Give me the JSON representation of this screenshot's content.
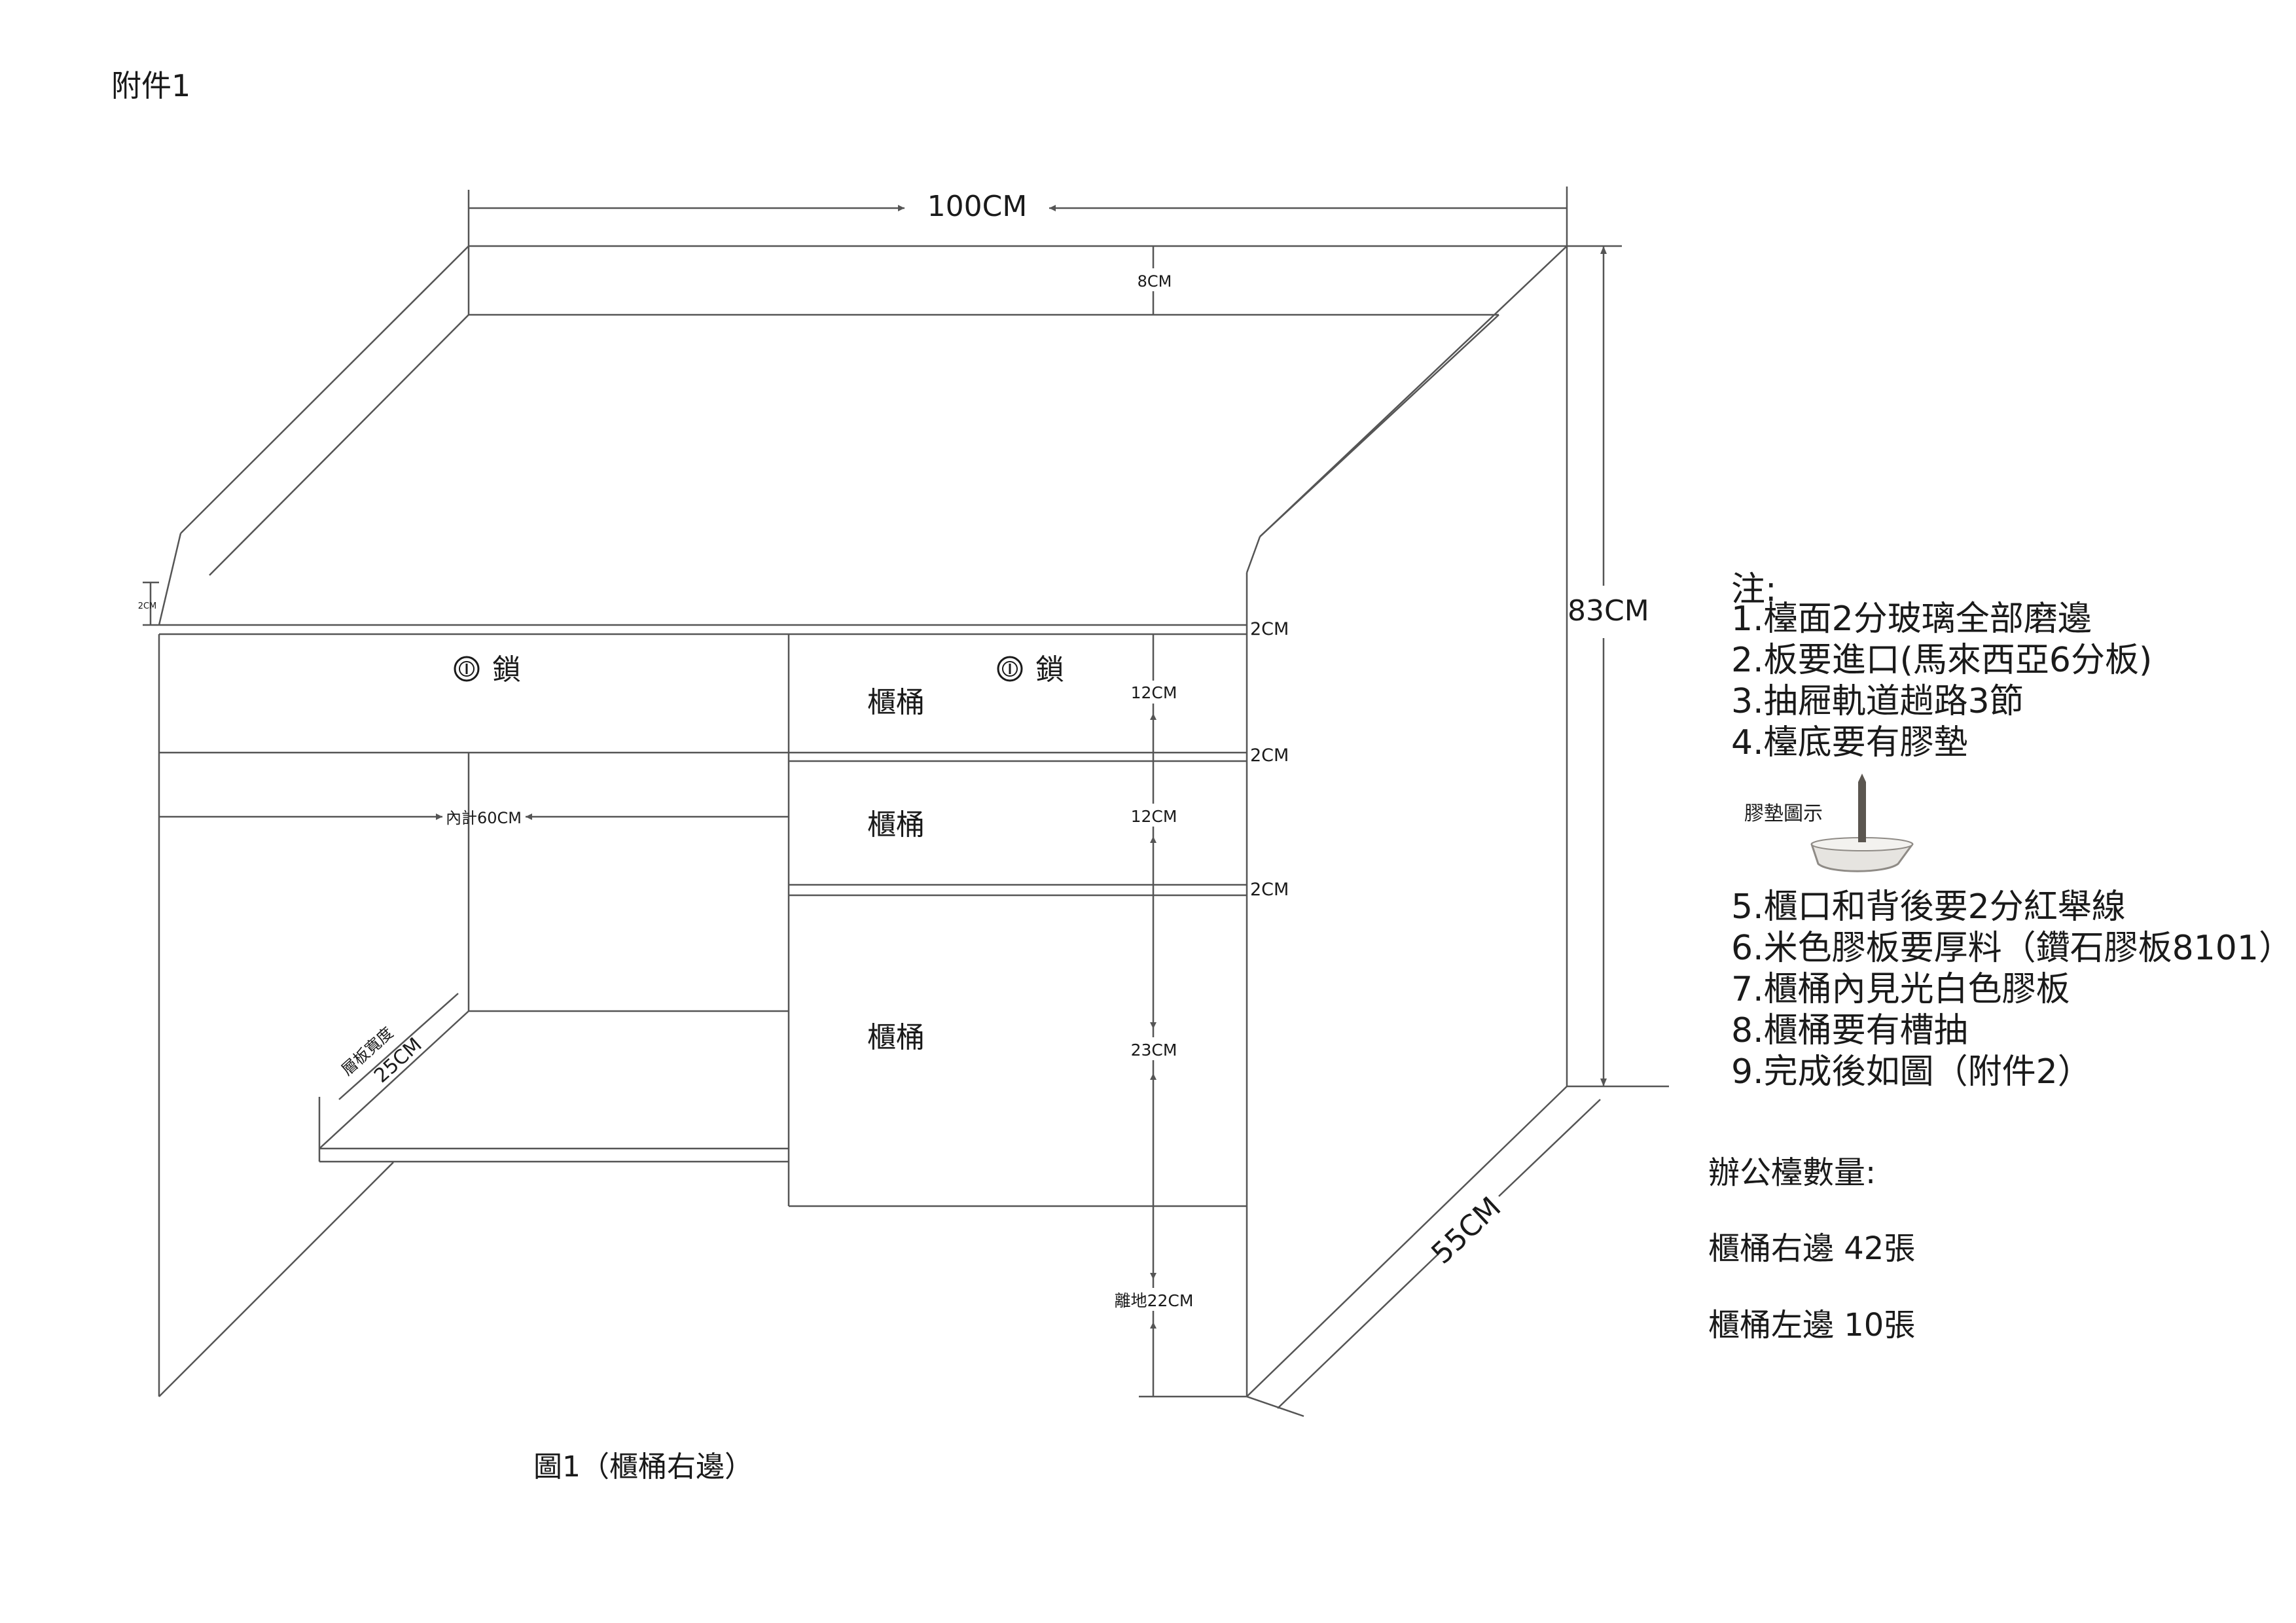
{
  "attachment_label": "附件1",
  "dimensions": {
    "width": "100CM",
    "height": "83CM",
    "depth": "55CM",
    "back_panel": "8CM",
    "top_thickness": "2CM",
    "edge_thickness": "2CM",
    "drawer_gap_1": "2CM",
    "drawer_gap_2": "2CM",
    "drawer_gap_3": "2CM",
    "drawer_1_height": "12CM",
    "drawer_2_height": "12CM",
    "drawer_3_height": "23CM",
    "ground_clearance": "離地22CM",
    "inner_width": "內計60CM",
    "shelf_depth_label": "層板寬度",
    "shelf_depth": "25CM"
  },
  "locks": {
    "left_lock": "鎖",
    "right_lock": "鎖"
  },
  "drawers": [
    "櫃桶",
    "櫃桶",
    "櫃桶"
  ],
  "caption": "圖1（櫃桶右邊）",
  "notes": {
    "title": "注:",
    "items_a": [
      "1.檯面2分玻璃全部磨邊",
      "2.板要進口(馬來西亞6分板)",
      "3.抽屜軌道趟路3節",
      "4.檯底要有膠墊"
    ],
    "pad_label": "膠墊圖示",
    "items_b": [
      "5.櫃口和背後要2分紅舉線",
      "6.米色膠板要厚料（鑽石膠板8101）",
      "7.櫃桶內見光白色膠板",
      "8.櫃桶要有槽抽",
      "9.完成後如圖（附件2）"
    ]
  },
  "quantity": {
    "title": "辦公檯數量:",
    "right_label": "櫃桶右邊  42張",
    "left_label": "櫃桶左邊  10張"
  }
}
